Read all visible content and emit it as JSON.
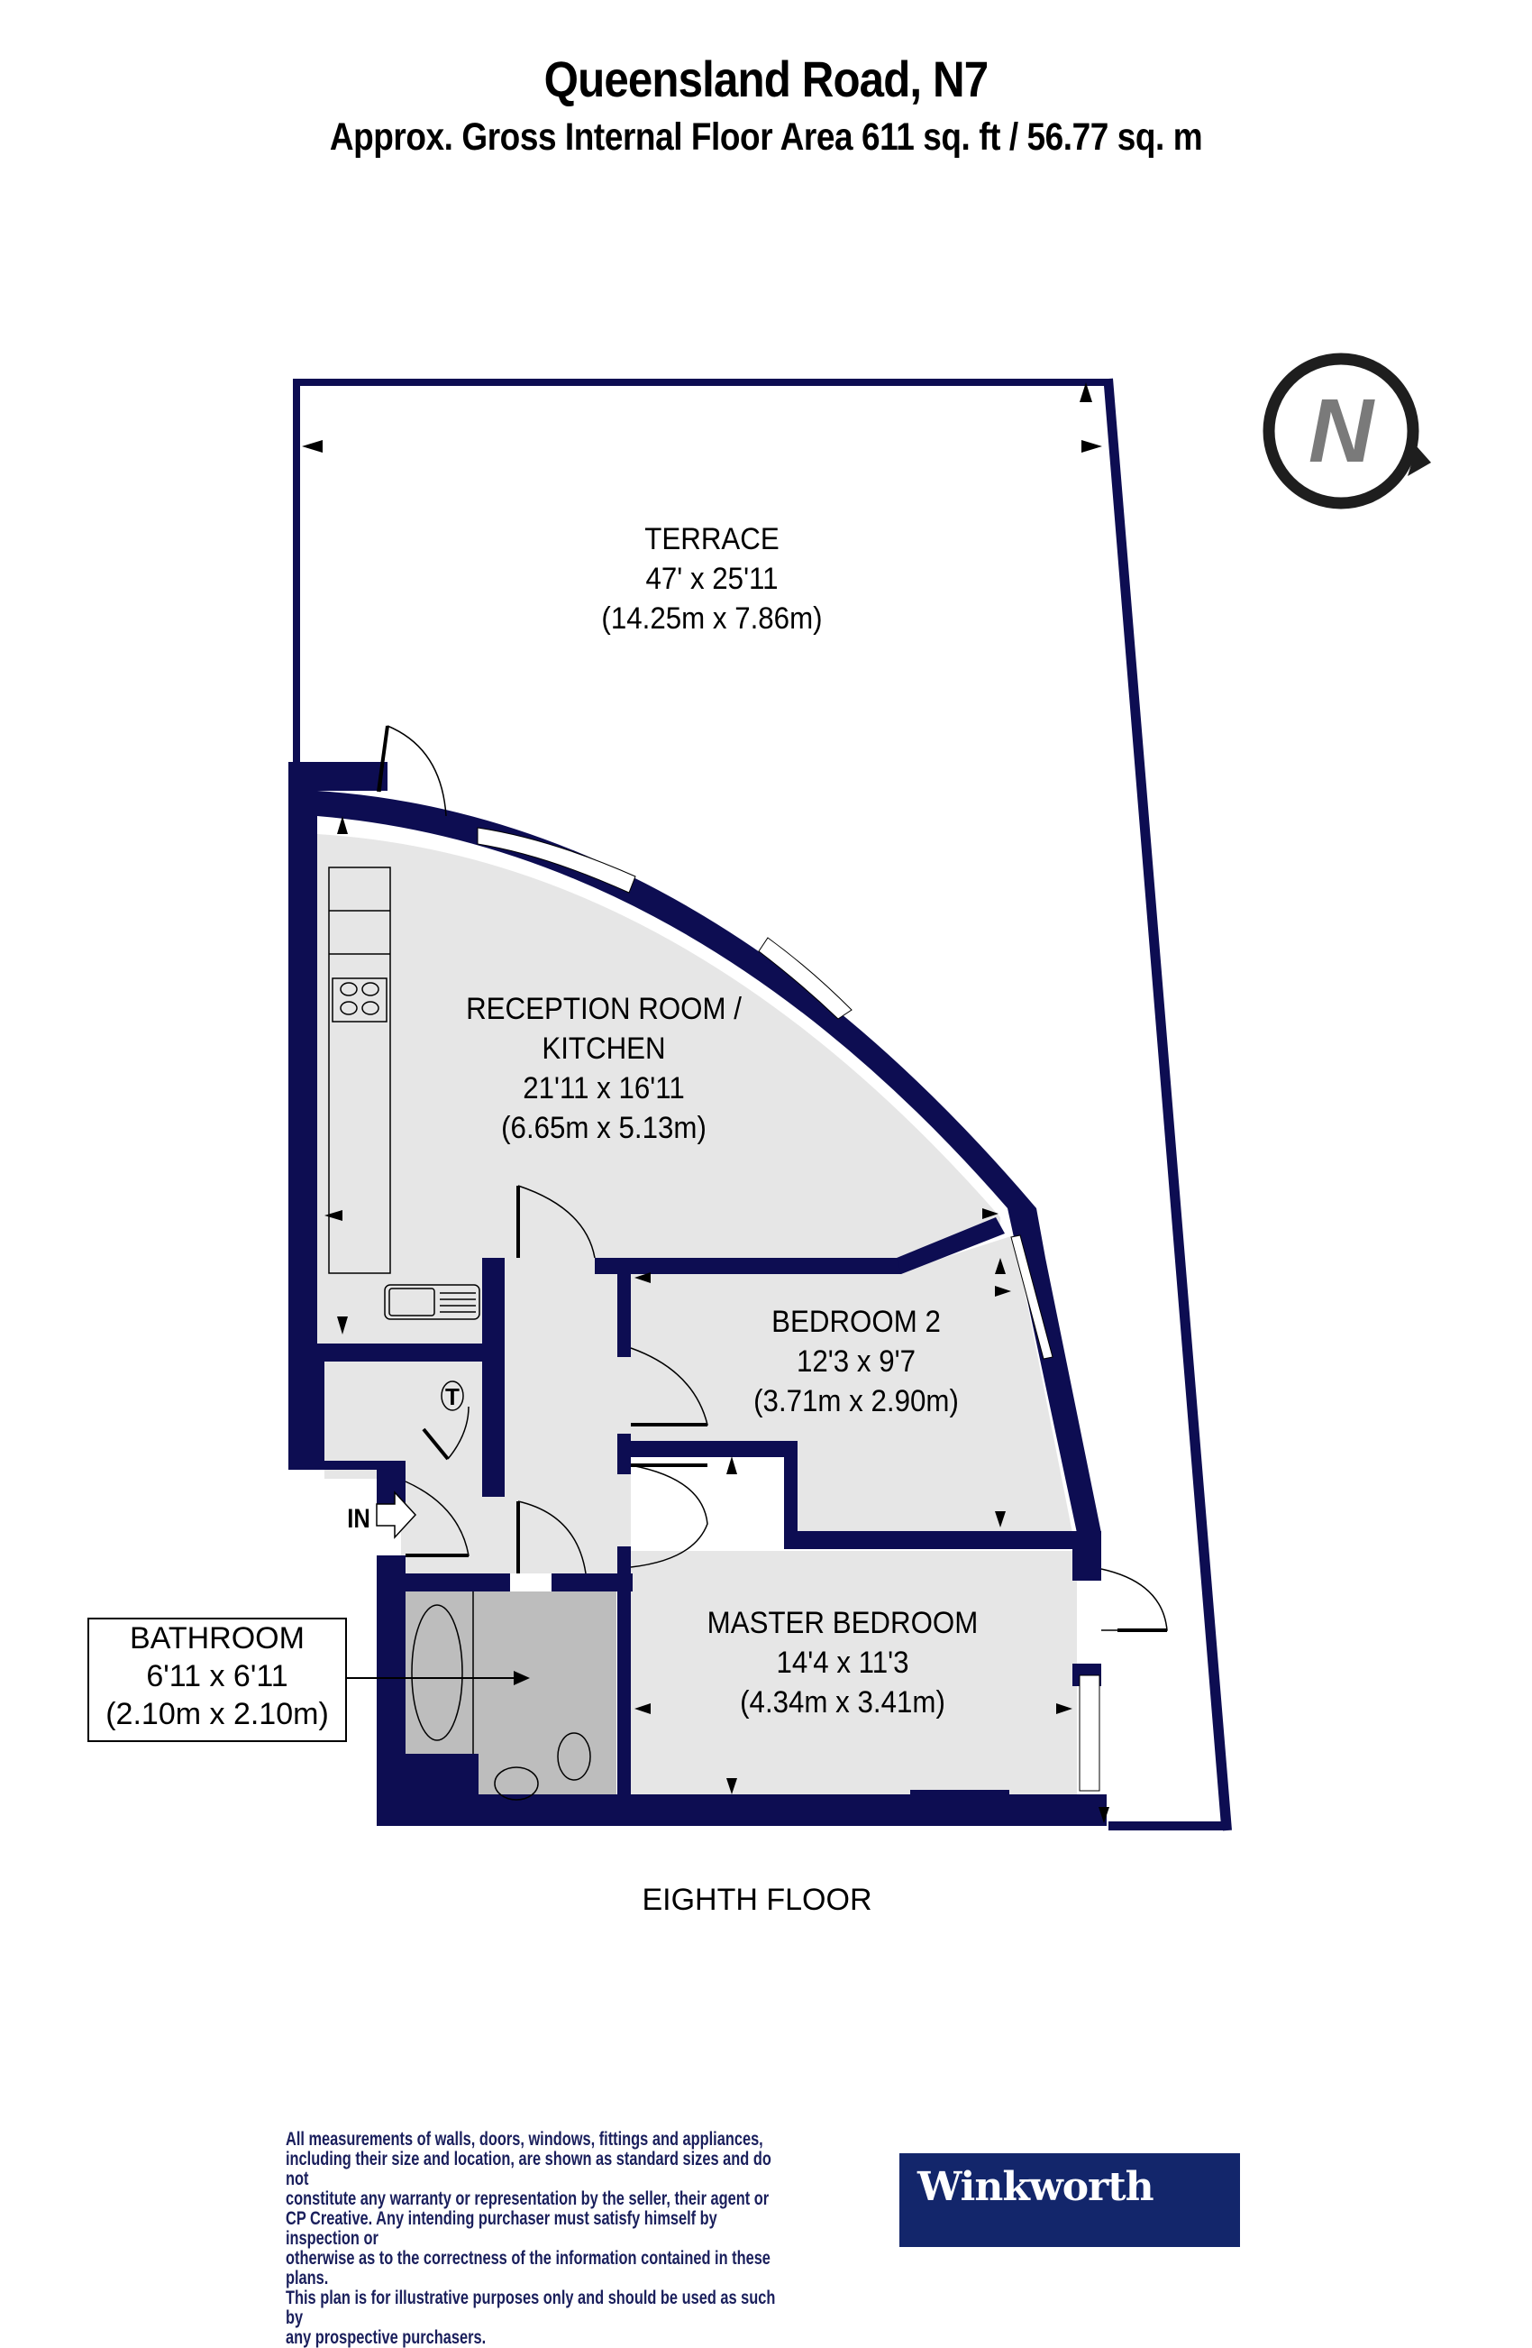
{
  "header": {
    "title": "Queensland Road, N7",
    "subtitle": "Approx. Gross Internal Floor Area 611 sq. ft / 56.77 sq. m"
  },
  "compass": {
    "label": "N",
    "icon": "north-compass-icon"
  },
  "colors": {
    "wall": "#0d0d52",
    "room_fill": "#e6e6e6",
    "bathroom_fill": "#bdbdbd",
    "brand": "#13266b",
    "disclaimer_text": "#1a1f5c"
  },
  "rooms": {
    "terrace": {
      "name": "TERRACE",
      "imperial": "47' x 25'11",
      "metric": "(14.25m x 7.86m)"
    },
    "reception": {
      "name": "RECEPTION ROOM /",
      "name2": "KITCHEN",
      "imperial": "21'11 x 16'11",
      "metric": "(6.65m x 5.13m)"
    },
    "bedroom2": {
      "name": "BEDROOM 2",
      "imperial": "12'3 x 9'7",
      "metric": "(3.71m x 2.90m)"
    },
    "master": {
      "name": "MASTER BEDROOM",
      "imperial": "14'4 x 11'3",
      "metric": "(4.34m x 3.41m)"
    },
    "bathroom": {
      "name": "BATHROOM",
      "imperial": "6'11 x 6'11",
      "metric": "(2.10m x 2.10m)"
    }
  },
  "markers": {
    "entrance": "IN",
    "cupboard": "T"
  },
  "floor": "EIGHTH FLOOR",
  "footer": {
    "disclaimer": "All measurements of walls, doors, windows, fittings and appliances,\nincluding their size and location, are shown as standard sizes and do not\nconstitute any warranty or representation by the seller, their agent or\nCP Creative. Any intending purchaser must satisfy himself by inspection or\notherwise as to the correctness of the information contained in these plans.\nThis plan is for illustrative purposes only and should be used as such by\nany prospective purchasers.",
    "logo": "Winkworth"
  }
}
